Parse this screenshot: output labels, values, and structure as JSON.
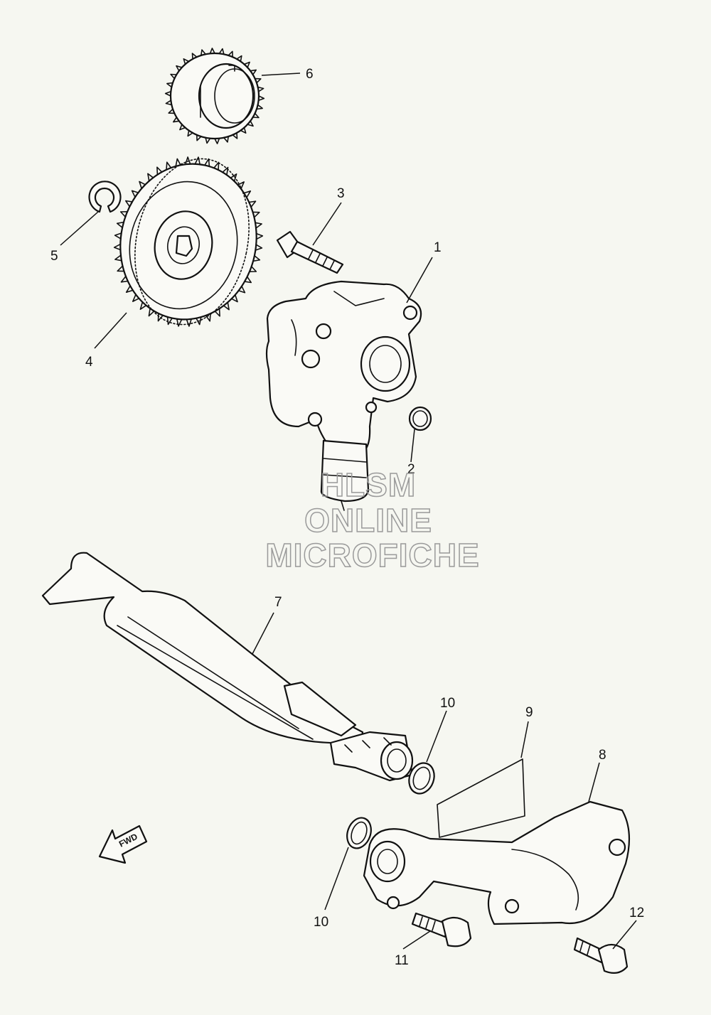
{
  "callouts": {
    "c1": "1",
    "c2": "2",
    "c3": "3",
    "c4": "4",
    "c5": "5",
    "c6": "6",
    "c7": "7",
    "c8": "8",
    "c9": "9",
    "c10a": "10",
    "c10b": "10",
    "c11": "11",
    "c12": "12"
  },
  "watermark": {
    "line1": "HLSM",
    "line2": "ONLINE",
    "line3": "MICROFICHE"
  },
  "fwd_label": "FWD",
  "colors": {
    "background": "#f6f7f1",
    "line": "#111111",
    "watermark": "#9a9a9a"
  }
}
